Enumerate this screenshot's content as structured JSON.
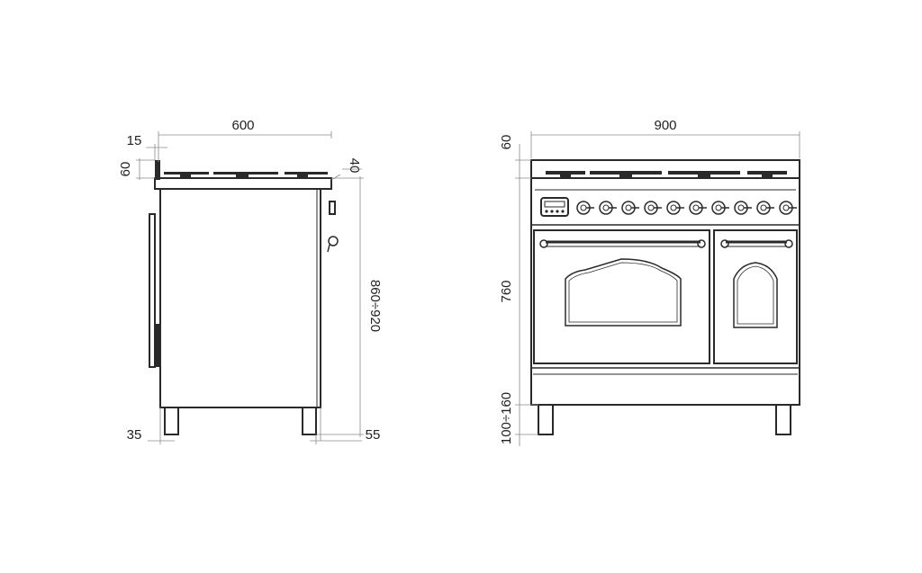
{
  "side_view": {
    "width_label": "600",
    "top_offset_label": "15",
    "hob_height_label": "60",
    "back_label": "40",
    "total_height_label": "860÷920",
    "foot_left_label": "35",
    "foot_right_label": "55"
  },
  "front_view": {
    "width_label": "900",
    "hob_height_label": "60",
    "body_height_label": "760",
    "leg_height_label": "100÷160"
  },
  "colors": {
    "line": "#2a2a2a",
    "dimension": "#8a8a8a",
    "background": "#ffffff"
  }
}
